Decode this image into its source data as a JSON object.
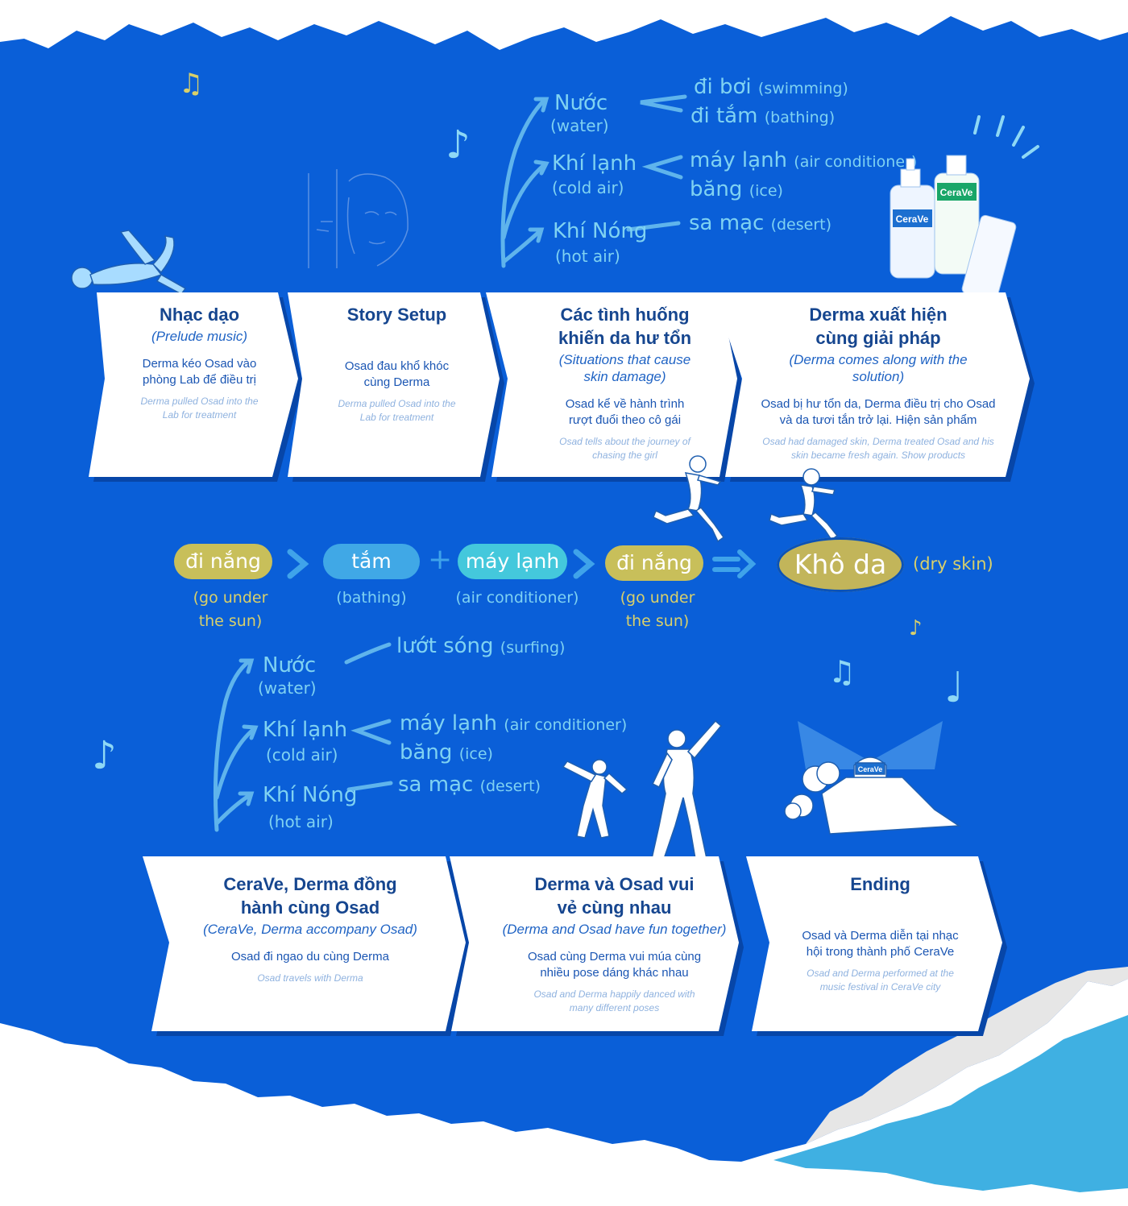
{
  "colors": {
    "background_blue": "#0a5fd8",
    "card_white": "#ffffff",
    "card_title": "#16468f",
    "hand_light_blue": "#7fd2f2",
    "pill_yellow": "#c8bf5a",
    "pill_blue": "#40a8e6",
    "pill_cyan": "#44c8dc",
    "dry_skin": "#c2b55a",
    "yellow_text": "#d9d06a"
  },
  "top_branches": {
    "water": {
      "vi": "Nước",
      "en": "(water)"
    },
    "cold": {
      "vi": "Khí lạnh",
      "en": "(cold air)"
    },
    "hot": {
      "vi": "Khí Nóng",
      "en": "(hot air)"
    },
    "swimming": {
      "vi": "đi bơi",
      "en": "(swimming)"
    },
    "bathing": {
      "vi": "đi tắm",
      "en": "(bathing)"
    },
    "ac": {
      "vi": "máy lạnh",
      "en": "(air conditioner)"
    },
    "ice": {
      "vi": "băng",
      "en": "(ice)"
    },
    "desert": {
      "vi": "sa mạc",
      "en": "(desert)"
    }
  },
  "bottom_branches": {
    "water": {
      "vi": "Nước",
      "en": "(water)"
    },
    "cold": {
      "vi": "Khí lạnh",
      "en": "(cold air)"
    },
    "hot": {
      "vi": "Khí Nóng",
      "en": "(hot air)"
    },
    "surfing": {
      "vi": "lướt sóng",
      "en": "(surfing)"
    },
    "ac": {
      "vi": "máy lạnh",
      "en": "(air conditioner)"
    },
    "ice": {
      "vi": "băng",
      "en": "(ice)"
    },
    "desert": {
      "vi": "sa mạc",
      "en": "(desert)"
    }
  },
  "steps_row1": [
    {
      "title": "Nhạc dạo",
      "sub": "(Prelude music)",
      "vi": "Derma kéo Osad vào phòng Lab để điều trị",
      "en": "Derma pulled Osad into the Lab for treatment"
    },
    {
      "title": "Story Setup",
      "sub": "",
      "vi": "Osad đau khổ khóc cùng Derma",
      "en": "Derma pulled Osad into the Lab for treatment"
    },
    {
      "title": "Các tình huống khiến da hư tổn",
      "sub": "(Situations that cause skin damage)",
      "vi": "Osad kể về hành trình rượt đuổi theo cô gái",
      "en": "Osad tells about the journey of chasing the girl"
    },
    {
      "title": "Derma xuất hiện cùng giải pháp",
      "sub": "(Derma comes along with the solution)",
      "vi": "Osad bị hư tổn da, Derma điều trị cho Osad và da tươi tắn trở lại. Hiện sản phẩm",
      "en": "Osad had damaged skin, Derma treated Osad and his skin became fresh again. Show products"
    }
  ],
  "steps_row2": [
    {
      "title": "CeraVe, Derma đồng hành cùng Osad",
      "sub": "(CeraVe, Derma accompany Osad)",
      "vi": "Osad đi ngao du cùng Derma",
      "en": "Osad travels with Derma"
    },
    {
      "title": "Derma và Osad vui vẻ cùng nhau",
      "sub": "(Derma and Osad have fun together)",
      "vi": "Osad cùng Derma vui múa cùng nhiều pose dáng khác nhau",
      "en": "Osad and Derma happily danced with many different poses"
    },
    {
      "title": "Ending",
      "sub": "",
      "vi": "Osad và Derma diễn tại nhạc hội trong thành phố CeraVe",
      "en": "Osad and Derma performed at the music festival in CeraVe city"
    }
  ],
  "equation": {
    "sun1": {
      "label": "đi nắng",
      "cap1": "(go under",
      "cap2": "the sun)"
    },
    "bath": {
      "label": "tắm",
      "cap": "(bathing)"
    },
    "plus": "+",
    "ac": {
      "label": "máy lạnh",
      "cap": "(air conditioner)"
    },
    "sun2": {
      "label": "đi nắng",
      "cap1": "(go under",
      "cap2": "the sun)"
    },
    "result": {
      "label": "Khô da",
      "cap": "(dry skin)"
    }
  },
  "products": {
    "brand": "CeraVe"
  },
  "festival": {
    "brand": "CeraVe"
  },
  "icons": [
    "music-note-icon",
    "double-note-icon",
    "cerave-bottle-icon",
    "running-man-icon",
    "dancer-icon",
    "festival-stage-icon"
  ]
}
